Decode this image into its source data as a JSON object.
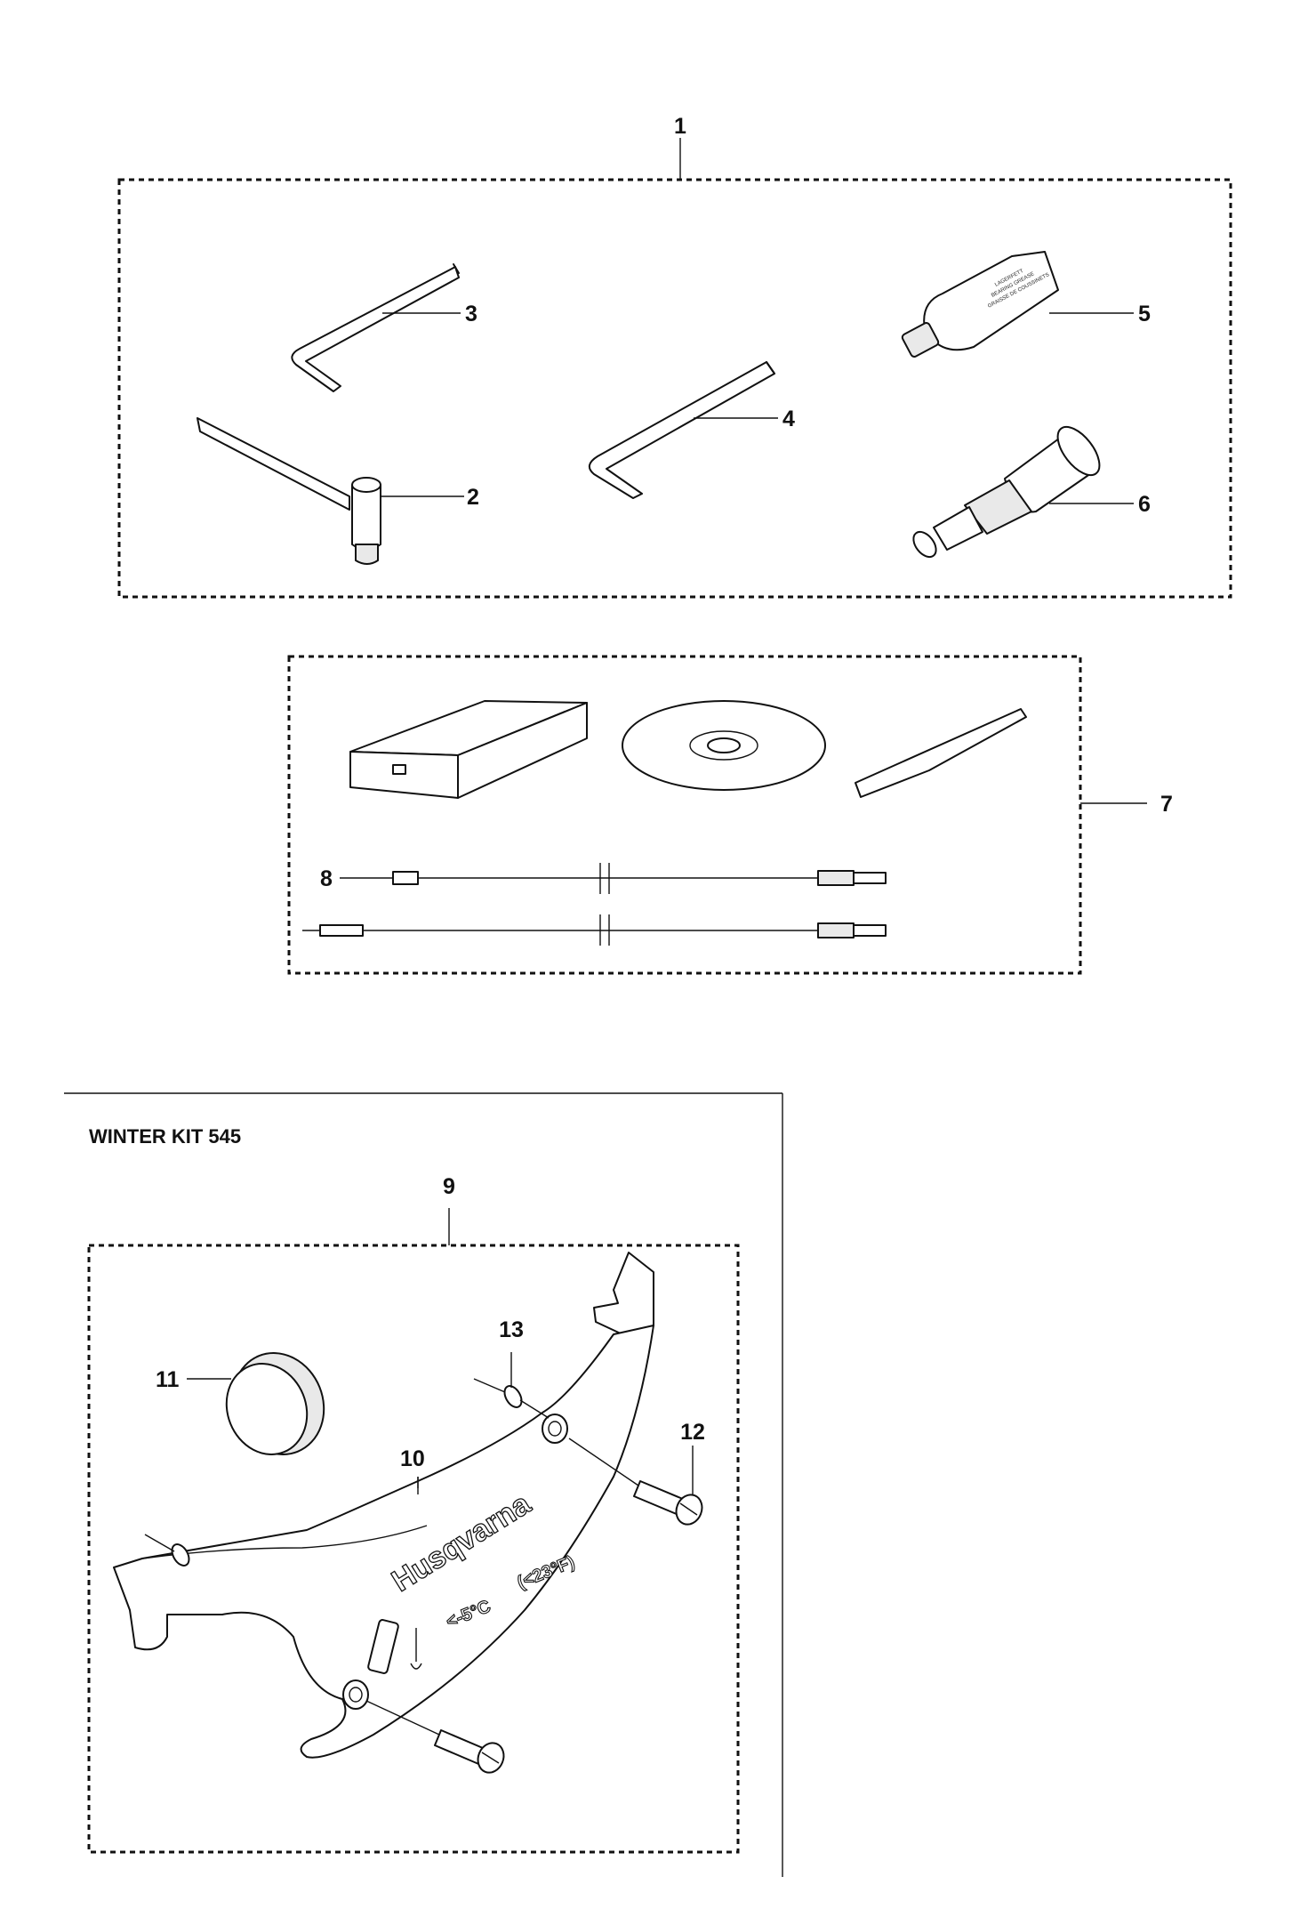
{
  "diagram": {
    "section_title": "WINTER KIT 545",
    "callouts": {
      "kit_tools": "1",
      "spark_plug_wrench": "2",
      "hex_key_small": "3",
      "hex_key_large": "4",
      "grease_tube": "5",
      "piston_stop": "6",
      "diagnostic_kit": "7",
      "diagnostic_cable": "8",
      "winter_kit": "9",
      "winter_cover": "10",
      "plug": "11",
      "screw": "12",
      "o_ring": "13"
    }
  }
}
